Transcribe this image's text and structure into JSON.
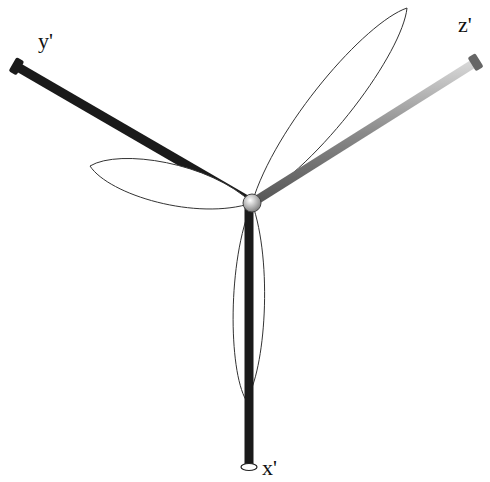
{
  "diagram": {
    "labels": [
      "y'",
      "z'",
      "x'"
    ]
  }
}
